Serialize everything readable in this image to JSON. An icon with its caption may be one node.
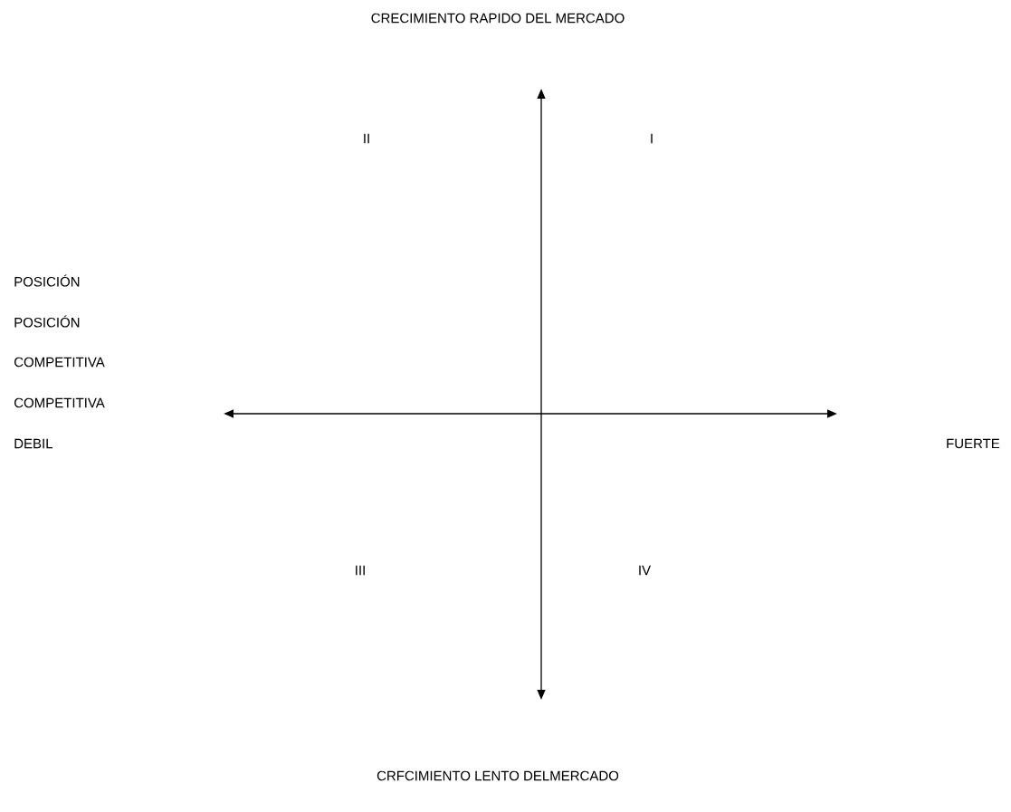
{
  "diagram": {
    "labels": [
      "CRECIMIENTO RAPIDO DEL MERCADO",
      "II",
      "I",
      "POSICIÓN",
      "POSICIÓN",
      "COMPETITIVA",
      "COMPETITIVA",
      "DEBIL",
      "FUERTE",
      "III",
      "IV",
      "CRFCIMIENTO LENTO DELMERCADO"
    ]
  }
}
